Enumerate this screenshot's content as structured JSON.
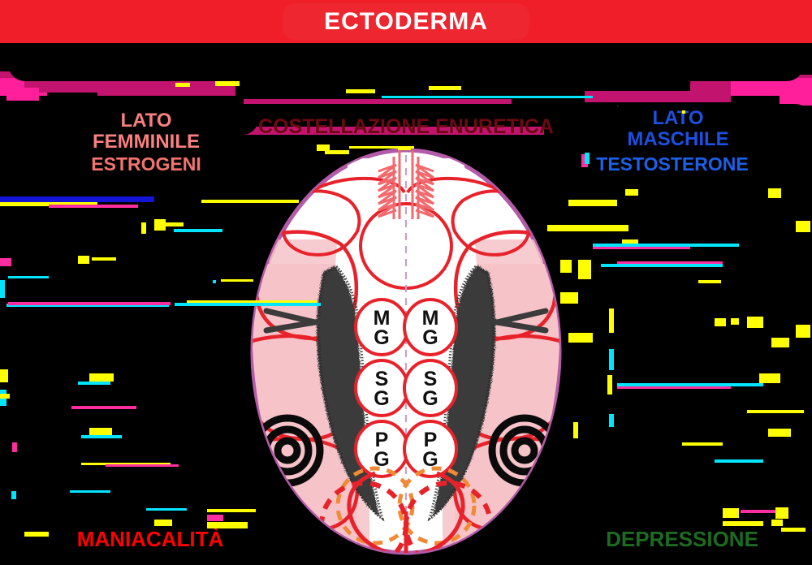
{
  "banner": {
    "title": "ECTODERMA",
    "bg_color": "#f01e28",
    "text_color": "#ffffff"
  },
  "labels": {
    "left_side_title": "LATO\nFEMMINILE",
    "left_side_hormone": "ESTROGENI",
    "right_side_title": "LATO\nMASCHILE",
    "right_side_hormone": "TESTOSTERONE",
    "center_title": "COSTELLAZIONE ENURETICA",
    "bottom_left": "MANIACALITÀ",
    "bottom_right": "DEPRESSIONE"
  },
  "colors": {
    "female_text": "#f98080",
    "estrogen_text": "#f4736f",
    "male_text": "#1d4fe0",
    "testosterone_text": "#1d5fe8",
    "constellation_text": "#6b0a12",
    "mania_text": "#fe0000",
    "depression_text": "#1d6b21",
    "brain_outline": "#b35aa8",
    "cortex_red": "#e8222a",
    "cortex_pink": "#f6c3c8",
    "midline": "#c9a0c9",
    "dashed_orange": "#f08a35",
    "relay_gray": "#3b3b3b"
  },
  "brain": {
    "relay_labels": [
      {
        "id": "mg-left",
        "text_1": "M",
        "text_2": "G"
      },
      {
        "id": "mg-right",
        "text_1": "M",
        "text_2": "G"
      },
      {
        "id": "sg-left",
        "text_1": "S",
        "text_2": "G"
      },
      {
        "id": "sg-right",
        "text_1": "S",
        "text_2": "G"
      },
      {
        "id": "pg-left",
        "text_1": "P",
        "text_2": "G"
      },
      {
        "id": "pg-right",
        "text_1": "P",
        "text_2": "G"
      }
    ],
    "bullseye_count": 2,
    "dashed_circle_count": 2
  }
}
